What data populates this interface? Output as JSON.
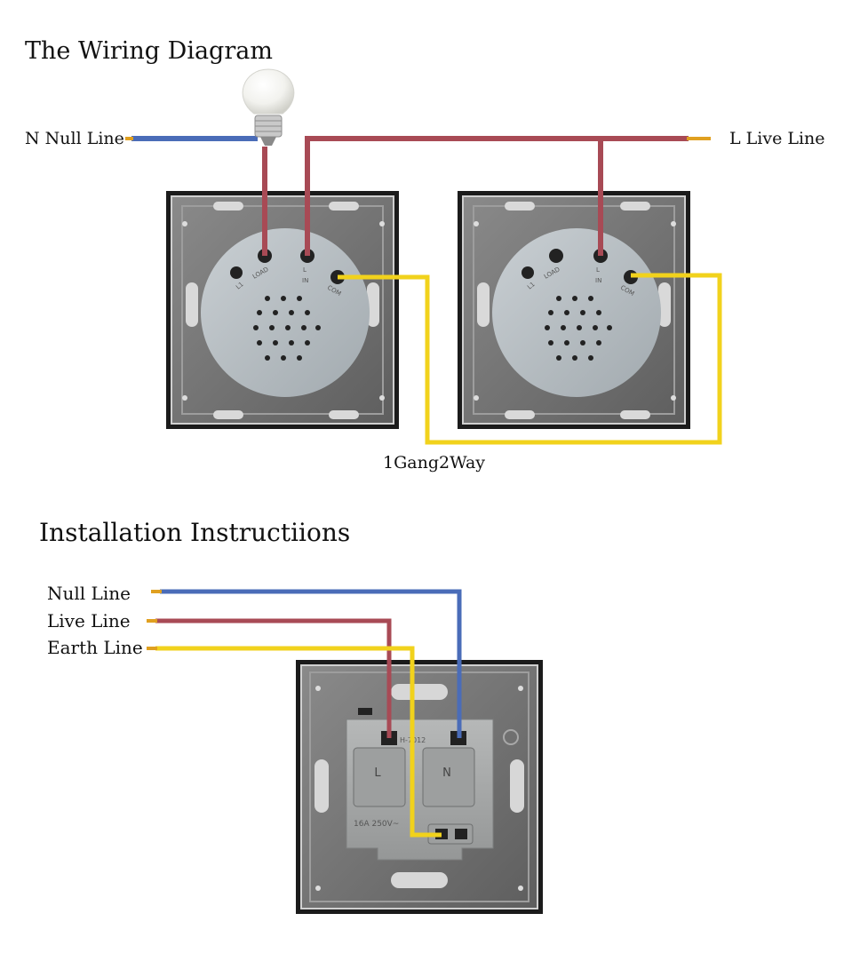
{
  "wiring": {
    "title": "The Wiring Diagram",
    "null_label": "N Null Line",
    "live_label": "L Live Line",
    "mode_label": "1Gang2Way",
    "terminals": [
      "L1",
      "LOAD",
      "L",
      "IN",
      "COM"
    ]
  },
  "install": {
    "title": "Installation Instructiions",
    "null_label": "Null Line",
    "live_label": "Live Line",
    "earth_label": "Earth Line",
    "socket_live": "L",
    "socket_null": "N",
    "rating": "16A 250V~",
    "model": "H-7012"
  },
  "colors": {
    "null_wire": "#4a6cb8",
    "live_wire": "#a84a55",
    "earth_wire": "#f1d21c",
    "wire_tip": "#e0a020",
    "panel_frame": "#1b1b1b",
    "panel_body": "#787878",
    "module": "#b7bec3",
    "socket_module": "#a7a9a9"
  }
}
